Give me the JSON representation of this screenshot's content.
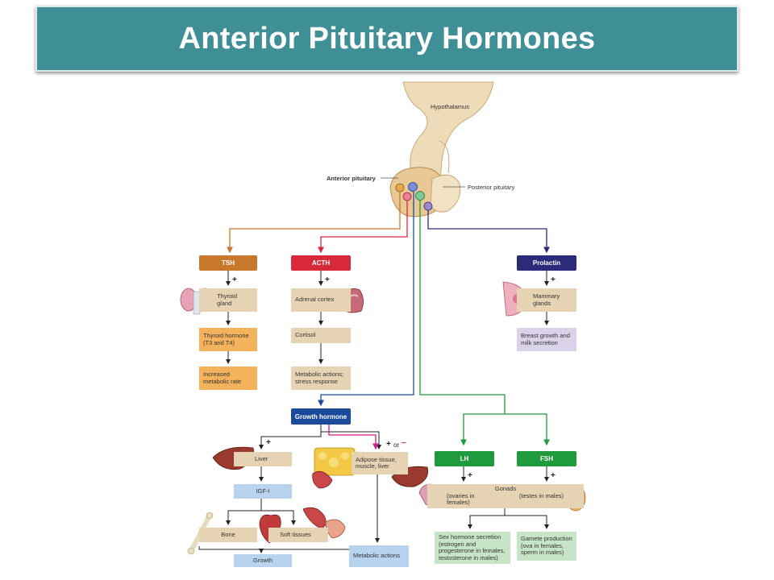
{
  "title": "Anterior Pituitary Hormones",
  "labels": {
    "hypothalamus": "Hypothalamus",
    "anterior_pituitary": "Anterior pituitary",
    "posterior_pituitary": "Posterior pituitary"
  },
  "hormones": {
    "tsh": "TSH",
    "acth": "ACTH",
    "prolactin": "Prolactin",
    "growth_hormone": "Growth hormone",
    "lh": "LH",
    "fsh": "FSH"
  },
  "boxes": {
    "thyroid_gland": "Thyroid gland",
    "thyroid_hormone": "Thyroid hormone (T3 and T4)",
    "increased_metabolic_rate": "Increased metabolic rate",
    "adrenal_cortex": "Adrenal cortex",
    "cortisol": "Cortisol",
    "metabolic_stress": "Metabolic actions; stress response",
    "mammary_glands": "Mammary glands",
    "breast_growth": "Breast growth and milk secretion",
    "liver": "Liver",
    "igf1": "IGF-I",
    "bone": "Bone",
    "soft_tissues": "Soft tissues",
    "growth": "Growth",
    "adipose": "Adipose tissue, muscle, liver",
    "metabolic_actions": "Metabolic actions",
    "gonads": "Gonads",
    "ovaries": "(ovaries in females)",
    "testes": "(testes in males)",
    "sex_hormone": "Sex hormone secretion (estrogen and progesterone in females, testosterone in males)",
    "gamete": "Gamete production (ova in females, sperm in males)"
  },
  "symbols": {
    "plus": "+",
    "or": "or",
    "minus": "−"
  },
  "colors": {
    "title_bar": "#3f8f96",
    "tsh": "#c8782a",
    "acth": "#d8293a",
    "prolactin": "#2c2b7a",
    "growth_hormone": "#1c4a9c",
    "lh_fsh": "#1f9a3c",
    "tan_box": "#e6d3b3",
    "orange_box": "#f3b25c",
    "blue_box": "#b7d3ee",
    "lavender_box": "#d9d2e9",
    "green_box": "#c7e4c6"
  }
}
